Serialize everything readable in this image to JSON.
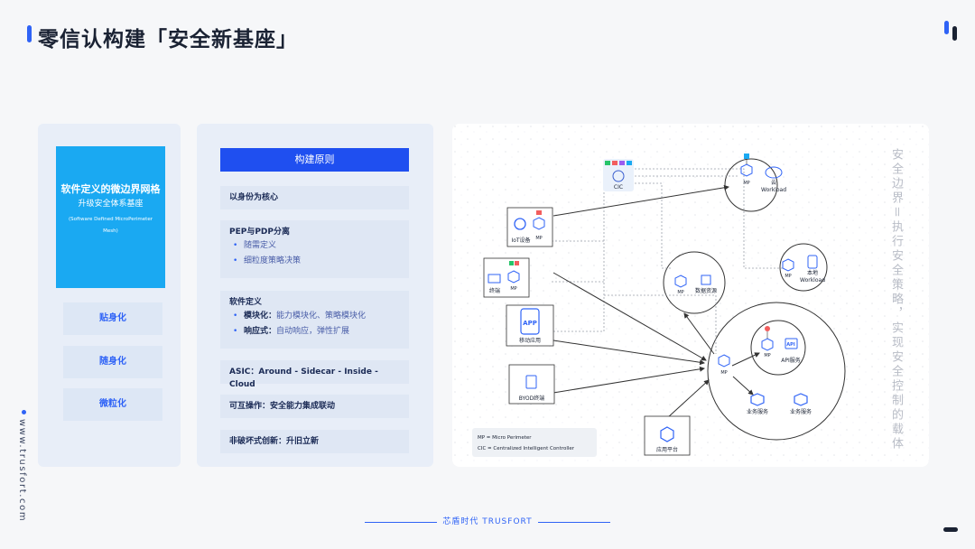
{
  "page": {
    "title": "零信认构建「安全新基座」",
    "side_url": "www.trusfort.com",
    "footer": "芯盾时代 TRUSFORT"
  },
  "left": {
    "hero_title": "软件定义的微边界网格",
    "hero_sub": "升级安全体系基座",
    "hero_en": "(Software Defined MicroPerimeter Mesh)",
    "tags": [
      "贴身化",
      "随身化",
      "微粒化"
    ]
  },
  "middle": {
    "header": "构建原则",
    "p1": "以身份为核心",
    "p2_title": "PEP与PDP分离",
    "p2_items": [
      "随需定义",
      "细粒度策略决策"
    ],
    "p3_title": "软件定义",
    "p3_items": [
      {
        "bold": "模块化：",
        "text": "能力模块化、策略模块化"
      },
      {
        "bold": "响应式：",
        "text": "自动响应，弹性扩展"
      }
    ],
    "p4": "ASIC：Around - Sidecar - Inside - Cloud",
    "p5": "可互操作：安全能力集成联动",
    "p6": "非破坏式创新：升旧立新"
  },
  "diagram": {
    "slogan": "安全边界＝执行安全策略，实现安全控制的载体",
    "cic": "CIC",
    "mp": "MP",
    "iot": "IoT设备",
    "terminal": "终端",
    "app_icon": "APP",
    "mobile_app": "移动应用",
    "byod": "BYOD终端",
    "cloud": "云",
    "cloud_workload": "Workload",
    "data_res": "数据资源",
    "local": "本地",
    "local_workload": "Workload",
    "api_icon": "API",
    "api_service": "API服务",
    "biz_service_1": "业务服务",
    "biz_service_2": "业务服务",
    "app_platform": "应用平台",
    "legend_mp": "MP = Micro Perimeter",
    "legend_cic": "CIC = Centralized Intelligent Controller"
  },
  "colors": {
    "accent": "#2f63f6",
    "hero": "#1aa9f2",
    "header": "#1f4ff0"
  }
}
